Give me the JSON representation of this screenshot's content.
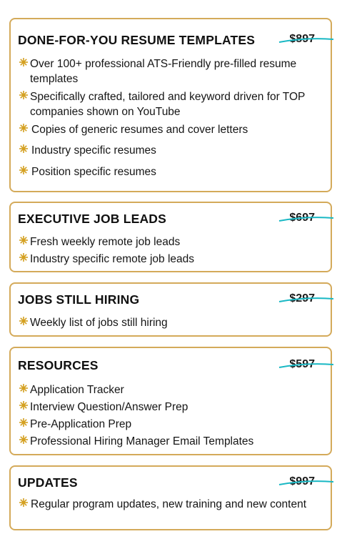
{
  "colors": {
    "border": "#d4aa5a",
    "bullet": "#d4a020",
    "strike": "#19b8c4"
  },
  "icons": {
    "bullet": "gold-starburst-icon",
    "strike": "teal-strikethrough-icon"
  },
  "sections": [
    {
      "title": "DONE-FOR-YOU RESUME TEMPLATES",
      "price": "$897",
      "items": [
        "Over 100+ professional ATS-Friendly pre-filled resume templates",
        "Specifically crafted, tailored and keyword driven for TOP companies shown on YouTube",
        "Copies of generic resumes and cover letters",
        "Industry specific resumes",
        "Position specific resumes"
      ]
    },
    {
      "title": "EXECUTIVE JOB LEADS",
      "price": "$697",
      "items": [
        "Fresh weekly remote job leads",
        "Industry specific remote job leads"
      ]
    },
    {
      "title": "JOBS STILL HIRING",
      "price": "$297",
      "items": [
        "Weekly list of jobs still hiring"
      ]
    },
    {
      "title": "RESOURCES",
      "price": "$597",
      "items": [
        "Application Tracker",
        "Interview Question/Answer Prep",
        "Pre-Application Prep",
        "Professional Hiring Manager Email Templates"
      ]
    },
    {
      "title": "UPDATES",
      "price": "$997",
      "items": [
        "Regular program updates, new training and new content"
      ]
    }
  ]
}
